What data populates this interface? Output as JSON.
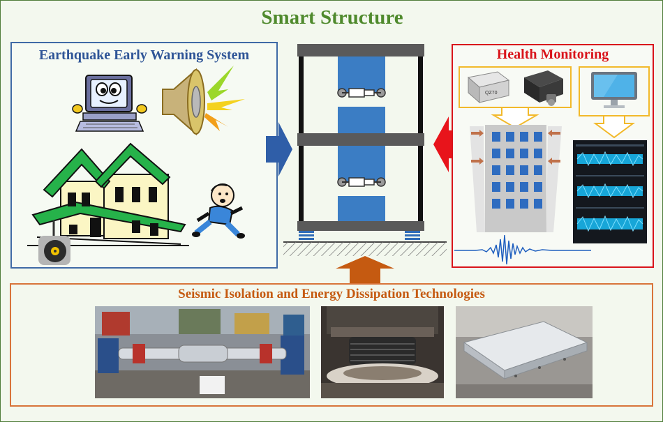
{
  "diagram": {
    "title": "Smart Structure",
    "early_warning": {
      "title": "Earthquake Early Warning System"
    },
    "health_monitoring": {
      "title": "Health Monitoring",
      "sensor_label": "QZ70"
    },
    "isolation": {
      "title": "Seismic Isolation and Energy Dissipation Technologies"
    }
  },
  "colors": {
    "title_green": "#4f8a2d",
    "ew_blue": "#2f5597",
    "hm_red": "#d9131a",
    "si_orange": "#c55a11",
    "damper_blue": "#3b7dc4",
    "house_green": "#26b24a"
  }
}
